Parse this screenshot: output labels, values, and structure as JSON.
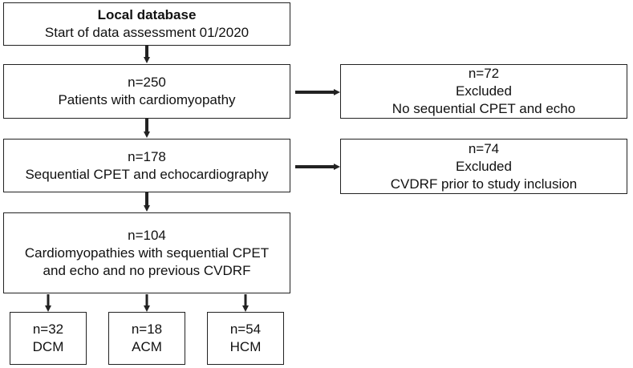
{
  "boxes": {
    "database": {
      "line1": "Local database",
      "line2": "Start of data assessment 01/2020"
    },
    "patients": {
      "line1": "n=250",
      "line2": "Patients with cardiomyopathy"
    },
    "excluded1": {
      "line1": "n=72",
      "line2": "Excluded",
      "line3": "No sequential CPET and echo"
    },
    "sequential": {
      "line1": "n=178",
      "line2": "Sequential CPET and echocardiography"
    },
    "excluded2": {
      "line1": "n=74",
      "line2": "Excluded",
      "line3": "CVDRF prior to study inclusion"
    },
    "final": {
      "line1": "n=104",
      "line2": "Cardiomyopathies with sequential CPET",
      "line3": "and echo and no previous CVDRF"
    },
    "dcm": {
      "line1": "n=32",
      "line2": "DCM"
    },
    "acm": {
      "line1": "n=18",
      "line2": "ACM"
    },
    "hcm": {
      "line1": "n=54",
      "line2": "HCM"
    }
  },
  "colors": {
    "border": "#222222",
    "arrow": "#222222"
  }
}
